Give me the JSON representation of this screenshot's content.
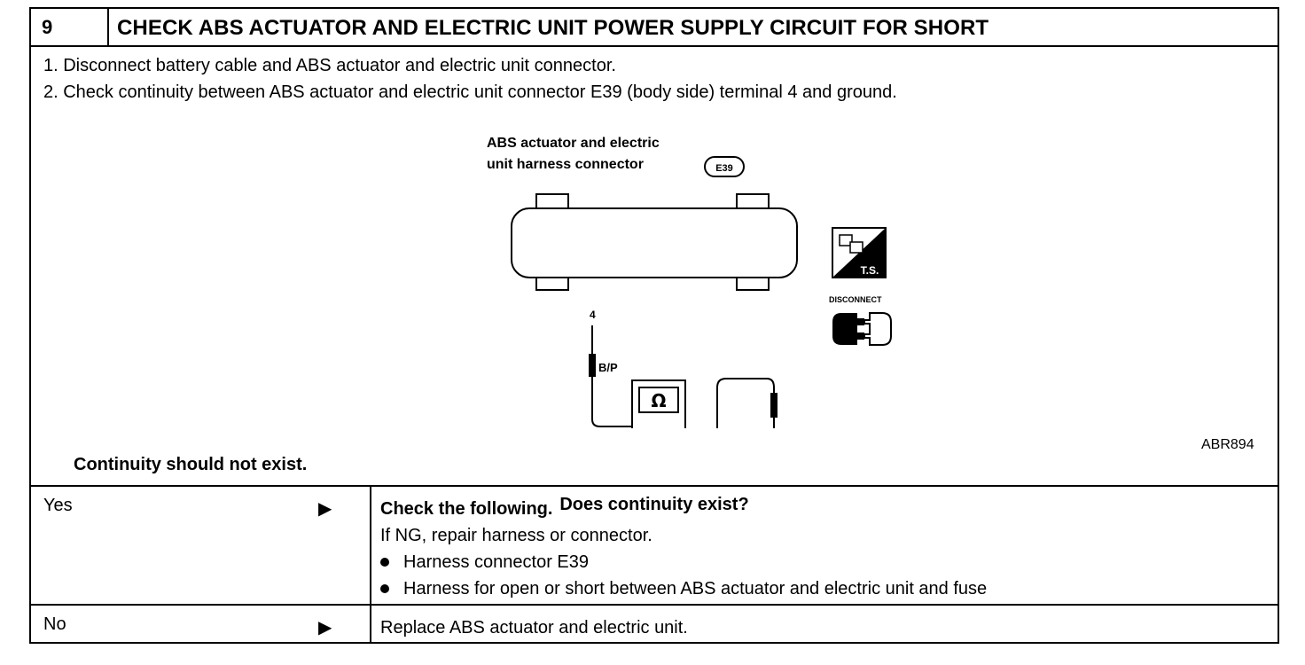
{
  "step": {
    "number": "9",
    "title": "CHECK ABS ACTUATOR AND ELECTRIC UNIT POWER SUPPLY CIRCUIT FOR SHORT"
  },
  "instructions": [
    "1.  Disconnect battery cable and ABS actuator and electric unit connector.",
    "2.  Check continuity between ABS actuator and electric unit connector E39 (body side) terminal 4 and ground."
  ],
  "figure": {
    "label_line1": "ABS actuator and electric",
    "label_line2": "unit harness connector",
    "connector_badge": "E39",
    "terminal": "4",
    "wire_color": "B/P",
    "meter_symbol": "Ω",
    "ts_label": "T.S.",
    "disconnect_label": "DISCONNECT",
    "figure_code": "ABR894"
  },
  "result_note": "Continuity should not exist.",
  "question": "Does continuity exist?",
  "answers": {
    "yes": {
      "label": "Yes",
      "arrow": "▶",
      "heading": "Check the following.",
      "subtext": "If NG, repair harness or connector.",
      "bullets": [
        "Harness connector E39",
        "Harness for open or short between ABS actuator and electric unit and fuse"
      ]
    },
    "no": {
      "label": "No",
      "arrow": "▶",
      "action": "Replace ABS actuator and electric unit."
    }
  }
}
